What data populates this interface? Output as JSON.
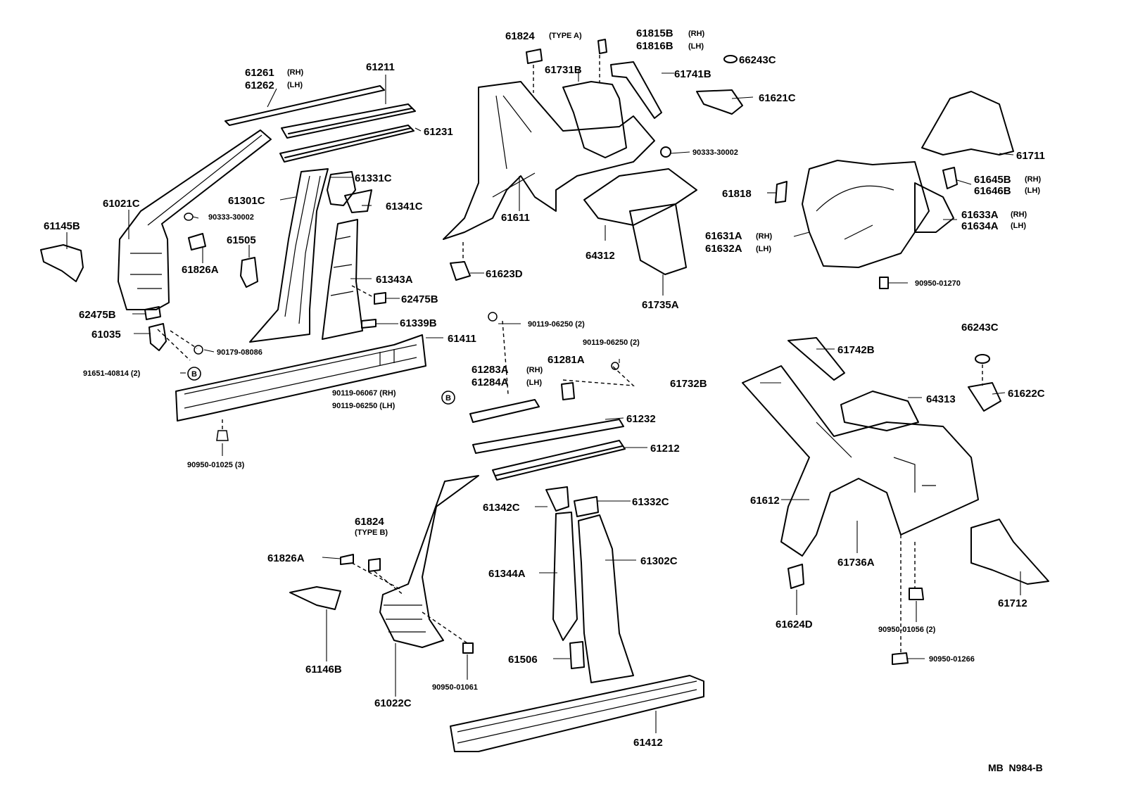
{
  "diagram": {
    "code": "MB  N984-B",
    "labels": {
      "l61824a": "61824",
      "l61824a_note": "(TYPE A)",
      "l61815b": "61815B",
      "l61815b_note": "(RH)",
      "l61816b": "61816B",
      "l61816b_note": "(LH)",
      "l66243c_top": "66243C",
      "l61731b": "61731B",
      "l61741b": "61741B",
      "l61621c": "61621C",
      "l61261": "61261",
      "l61261_note": "(RH)",
      "l61262": "61262",
      "l61262_note": "(LH)",
      "l61211": "61211",
      "l61231": "61231",
      "l90333_right": "90333-30002",
      "l61711": "61711",
      "l61645b": "61645B",
      "l61645b_note": "(RH)",
      "l61646b": "61646B",
      "l61646b_note": "(LH)",
      "l61331c": "61331C",
      "l61301c": "61301C",
      "l61341c": "61341C",
      "l61021c": "61021C",
      "l90333_left": "90333-30002",
      "l61145b": "61145B",
      "l61505": "61505",
      "l61826a_top": "61826A",
      "l61611": "61611",
      "l61818": "61818",
      "l61633a": "61633A",
      "l61633a_note": "(RH)",
      "l61634a": "61634A",
      "l61634a_note": "(LH)",
      "l61631a": "61631A",
      "l61631a_note": "(RH)",
      "l61632a": "61632A",
      "l61632a_note": "(LH)",
      "l64312": "64312",
      "l61623d": "61623D",
      "l61343a": "61343A",
      "l62475b_left": "62475B",
      "l62475b_mid": "62475B",
      "l90950_01270": "90950-01270",
      "l61735a": "61735A",
      "l61035": "61035",
      "l61339b": "61339B",
      "l90119_top": "90119-06250 (2)",
      "l66243c_right": "66243C",
      "l61411": "61411",
      "l90179": "90179-08086",
      "l90119_right": "90119-06250 (2)",
      "l61742b": "61742B",
      "l91651": "91651-40814 (2)",
      "l61281a": "61281A",
      "l61283a": "61283A",
      "l61283a_note": "(RH)",
      "l61284a": "61284A",
      "l61284a_note": "(LH)",
      "l61732b": "61732B",
      "l64313": "64313",
      "l61622c": "61622C",
      "l90119_06067": "90119-06067 (RH)",
      "l90119_06250_lh": "90119-06250 (LH)",
      "l61232": "61232",
      "l61212": "61212",
      "l90950_01025": "90950-01025 (3)",
      "l61612": "61612",
      "l61342c": "61342C",
      "l61332c": "61332C",
      "l61824b": "61824",
      "l61824b_note": "(TYPE B)",
      "l61826a_bot": "61826A",
      "l61302c": "61302C",
      "l61736a": "61736A",
      "l61344a": "61344A",
      "l61712": "61712",
      "l61624d": "61624D",
      "l90950_01056": "90950-01056 (2)",
      "l61146b": "61146B",
      "l61506": "61506",
      "l90950_01266": "90950-01266",
      "l90950_01061": "90950-01061",
      "l61022c": "61022C",
      "l61412": "61412",
      "circle_b": "B"
    }
  }
}
